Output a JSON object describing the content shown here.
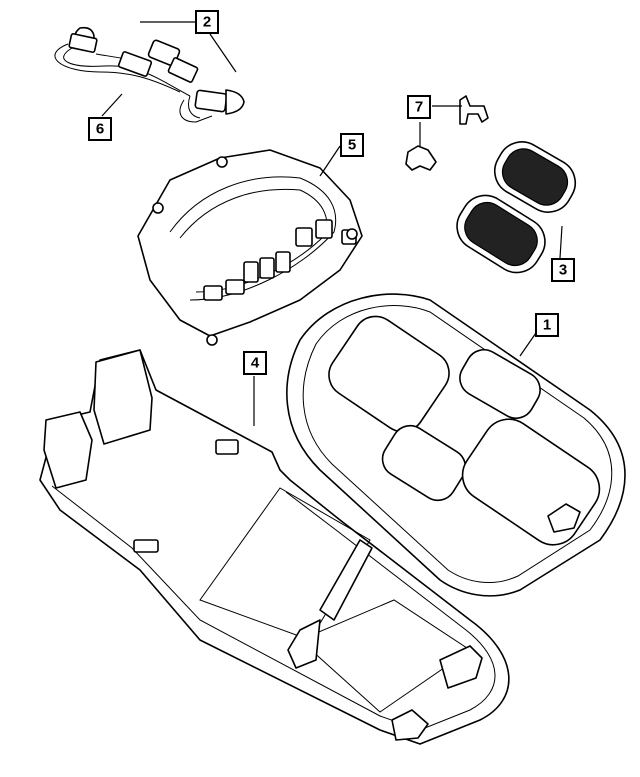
{
  "callouts": {
    "c1": "1",
    "c2": "2",
    "c3": "3",
    "c4": "4",
    "c5": "5",
    "c6": "6",
    "c7": "7"
  },
  "colors": {
    "line": "#000000",
    "background": "#ffffff",
    "lens": "#222222"
  }
}
